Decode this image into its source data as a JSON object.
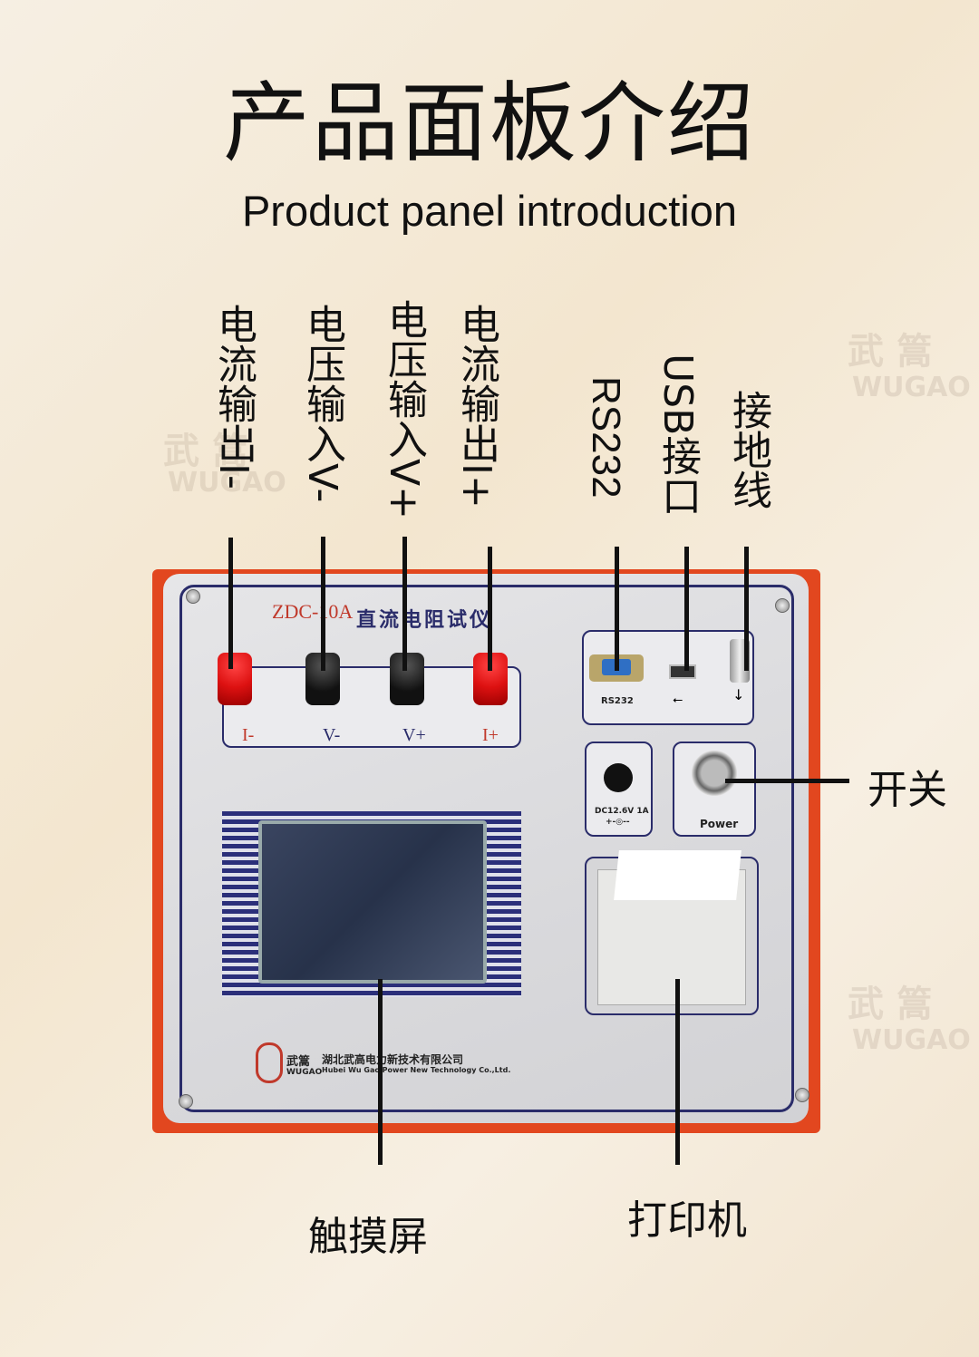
{
  "header": {
    "title": "产品面板介绍",
    "subtitle": "Product panel introduction"
  },
  "watermark": {
    "cn": "武 篙",
    "en": "WUGAO"
  },
  "callouts": {
    "current_out_neg": "电流输出I-",
    "voltage_in_neg": "电压输入V-",
    "voltage_in_pos": "电压输入V+",
    "current_out_pos": "电流输出I+",
    "rs232": "RS232",
    "usb": "USB接口",
    "ground": "接地线",
    "switch": "开关",
    "touchscreen": "触摸屏",
    "printer": "打印机"
  },
  "device": {
    "model": "ZDC-10A",
    "name": "直流电阻试仪",
    "terminals": [
      "I-",
      "V-",
      "V+",
      "I+"
    ],
    "rs232_label": "RS232",
    "dc_label": "DC12.6V  1A",
    "dc_polarity": "+-◎--",
    "power_label": "Power",
    "brand_cn": "武篙",
    "brand_en": "WUGAO",
    "company_cn": "湖北武高电力新技术有限公司",
    "company_en": "Hubei Wu Gao Power New Technology Co.,Ltd."
  },
  "colors": {
    "red": "#e2471f",
    "navy": "#2a2c6a"
  }
}
